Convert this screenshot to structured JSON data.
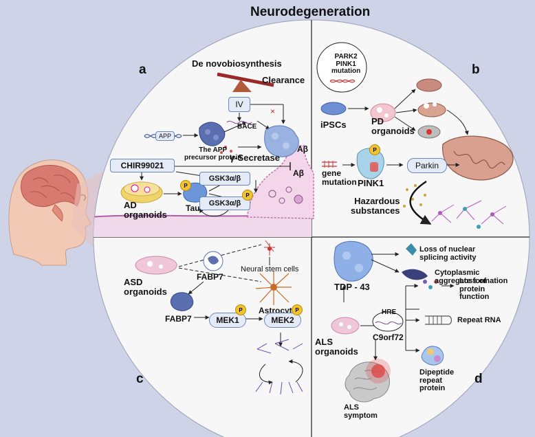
{
  "title": "Neurodegeneration",
  "panels": {
    "a": {
      "letter": "a",
      "de_novo": "De novobiosynthesis",
      "clearance": "Clearance",
      "iv": "IV",
      "app": "APP",
      "bace": "BACE",
      "abeta": "Aβ",
      "abeta2": "Aβ",
      "app_protein": "The APP\nprecursor protein",
      "gamma": "γ-Secretase",
      "chir": "CHIR99021",
      "gsk1": "GSK3α/β",
      "gsk2": "GSK3α/β",
      "ad": "AD\norganoids",
      "tau": "Tau",
      "p": "P"
    },
    "b": {
      "letter": "b",
      "mutation": "PARK2\nPINK1\nmutation",
      "ipsc": "iPSCs",
      "pd": "PD\norganoids",
      "gene": "gene\nmutation",
      "pink1": "PINK1",
      "parkin": "Parkin",
      "hazard": "Hazardous\nsubstances",
      "p": "P"
    },
    "c": {
      "letter": "c",
      "asd": "ASD\norganoids",
      "fabp7a": "FABP7",
      "fabp7b": "FABP7",
      "nsc": "Neural stem cells",
      "astro": "Astrocytes",
      "mek1": "MEK1",
      "mek2": "MEK2",
      "p": "P"
    },
    "d": {
      "letter": "d",
      "tdp": "TDP - 43",
      "loss_splicing": "Loss of nuclear\nsplicing activity",
      "cyto": "Cytoplasmic\naggregate formation",
      "loss_protein": "Loss of\nprotein\nfunction",
      "hre": "HRE",
      "c9": "C9orf72",
      "repeat_rna": "Repeat RNA",
      "als": "ALS\norganoids",
      "dipeptide": "Dipeptide\nrepeat\nprotein",
      "symptom": "ALS\nsymptom"
    }
  },
  "colors": {
    "background": "#cfd3e8",
    "circle": "#f7f7f7",
    "box_fill": "#e4ebf7",
    "box_border": "#6a86b8",
    "phospho": "#f2c230",
    "membrane": "#e3b7d8"
  }
}
